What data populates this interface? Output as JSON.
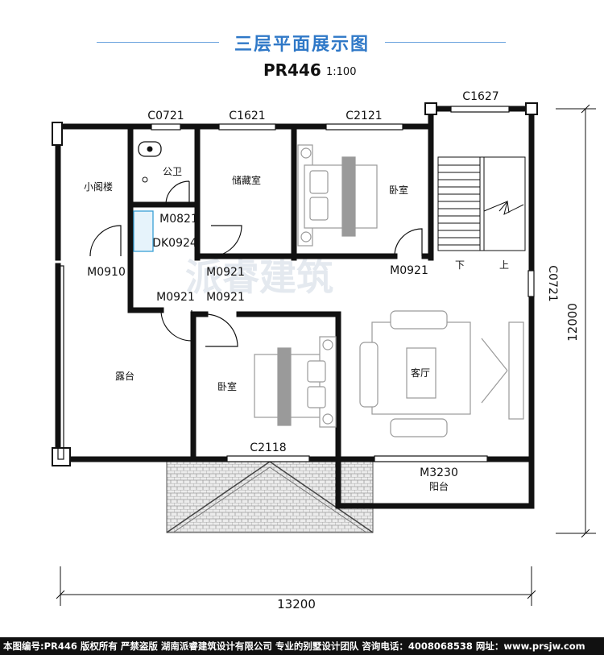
{
  "header": {
    "title": "三层平面展示图",
    "plan_code": "PR446",
    "scale": "1:100"
  },
  "rooms": {
    "attic": "小阁楼",
    "toilet": "公卫",
    "storage": "储藏室",
    "bedroom_ne": "卧室",
    "terrace": "露台",
    "bedroom_s": "卧室",
    "living": "客厅",
    "balcony": "阳台"
  },
  "windows": {
    "c0721_top": "C0721",
    "c1621": "C1621",
    "c2121": "C2121",
    "c1627": "C1627",
    "c0721_side": "C0721",
    "c2118": "C2118",
    "m3230": "M3230"
  },
  "doors": {
    "m0821": "M0821",
    "dk0924": "DK0924",
    "m0910": "M0910",
    "m0921_storage": "M0921",
    "m0921_bed": "M0921",
    "m0921_hall_left": "M0921",
    "m0921_hall_right": "M0921"
  },
  "stairs": {
    "down": "下",
    "up": "上"
  },
  "dimensions": {
    "width": "13200",
    "depth": "12000"
  },
  "watermark": "派睿建筑",
  "footer": "本图编号:PR446 版权所有 严禁盗版 湖南派睿建筑设计有限公司 专业的别墅设计团队 咨询电话：4008068538 网址：www.prsjw.com",
  "colors": {
    "title_blue": "#2f78c7",
    "wall": "#111111",
    "roof_tile": "#e7e7e7",
    "furniture": "#9a9a9a",
    "watermark": "#cfd8e3"
  }
}
